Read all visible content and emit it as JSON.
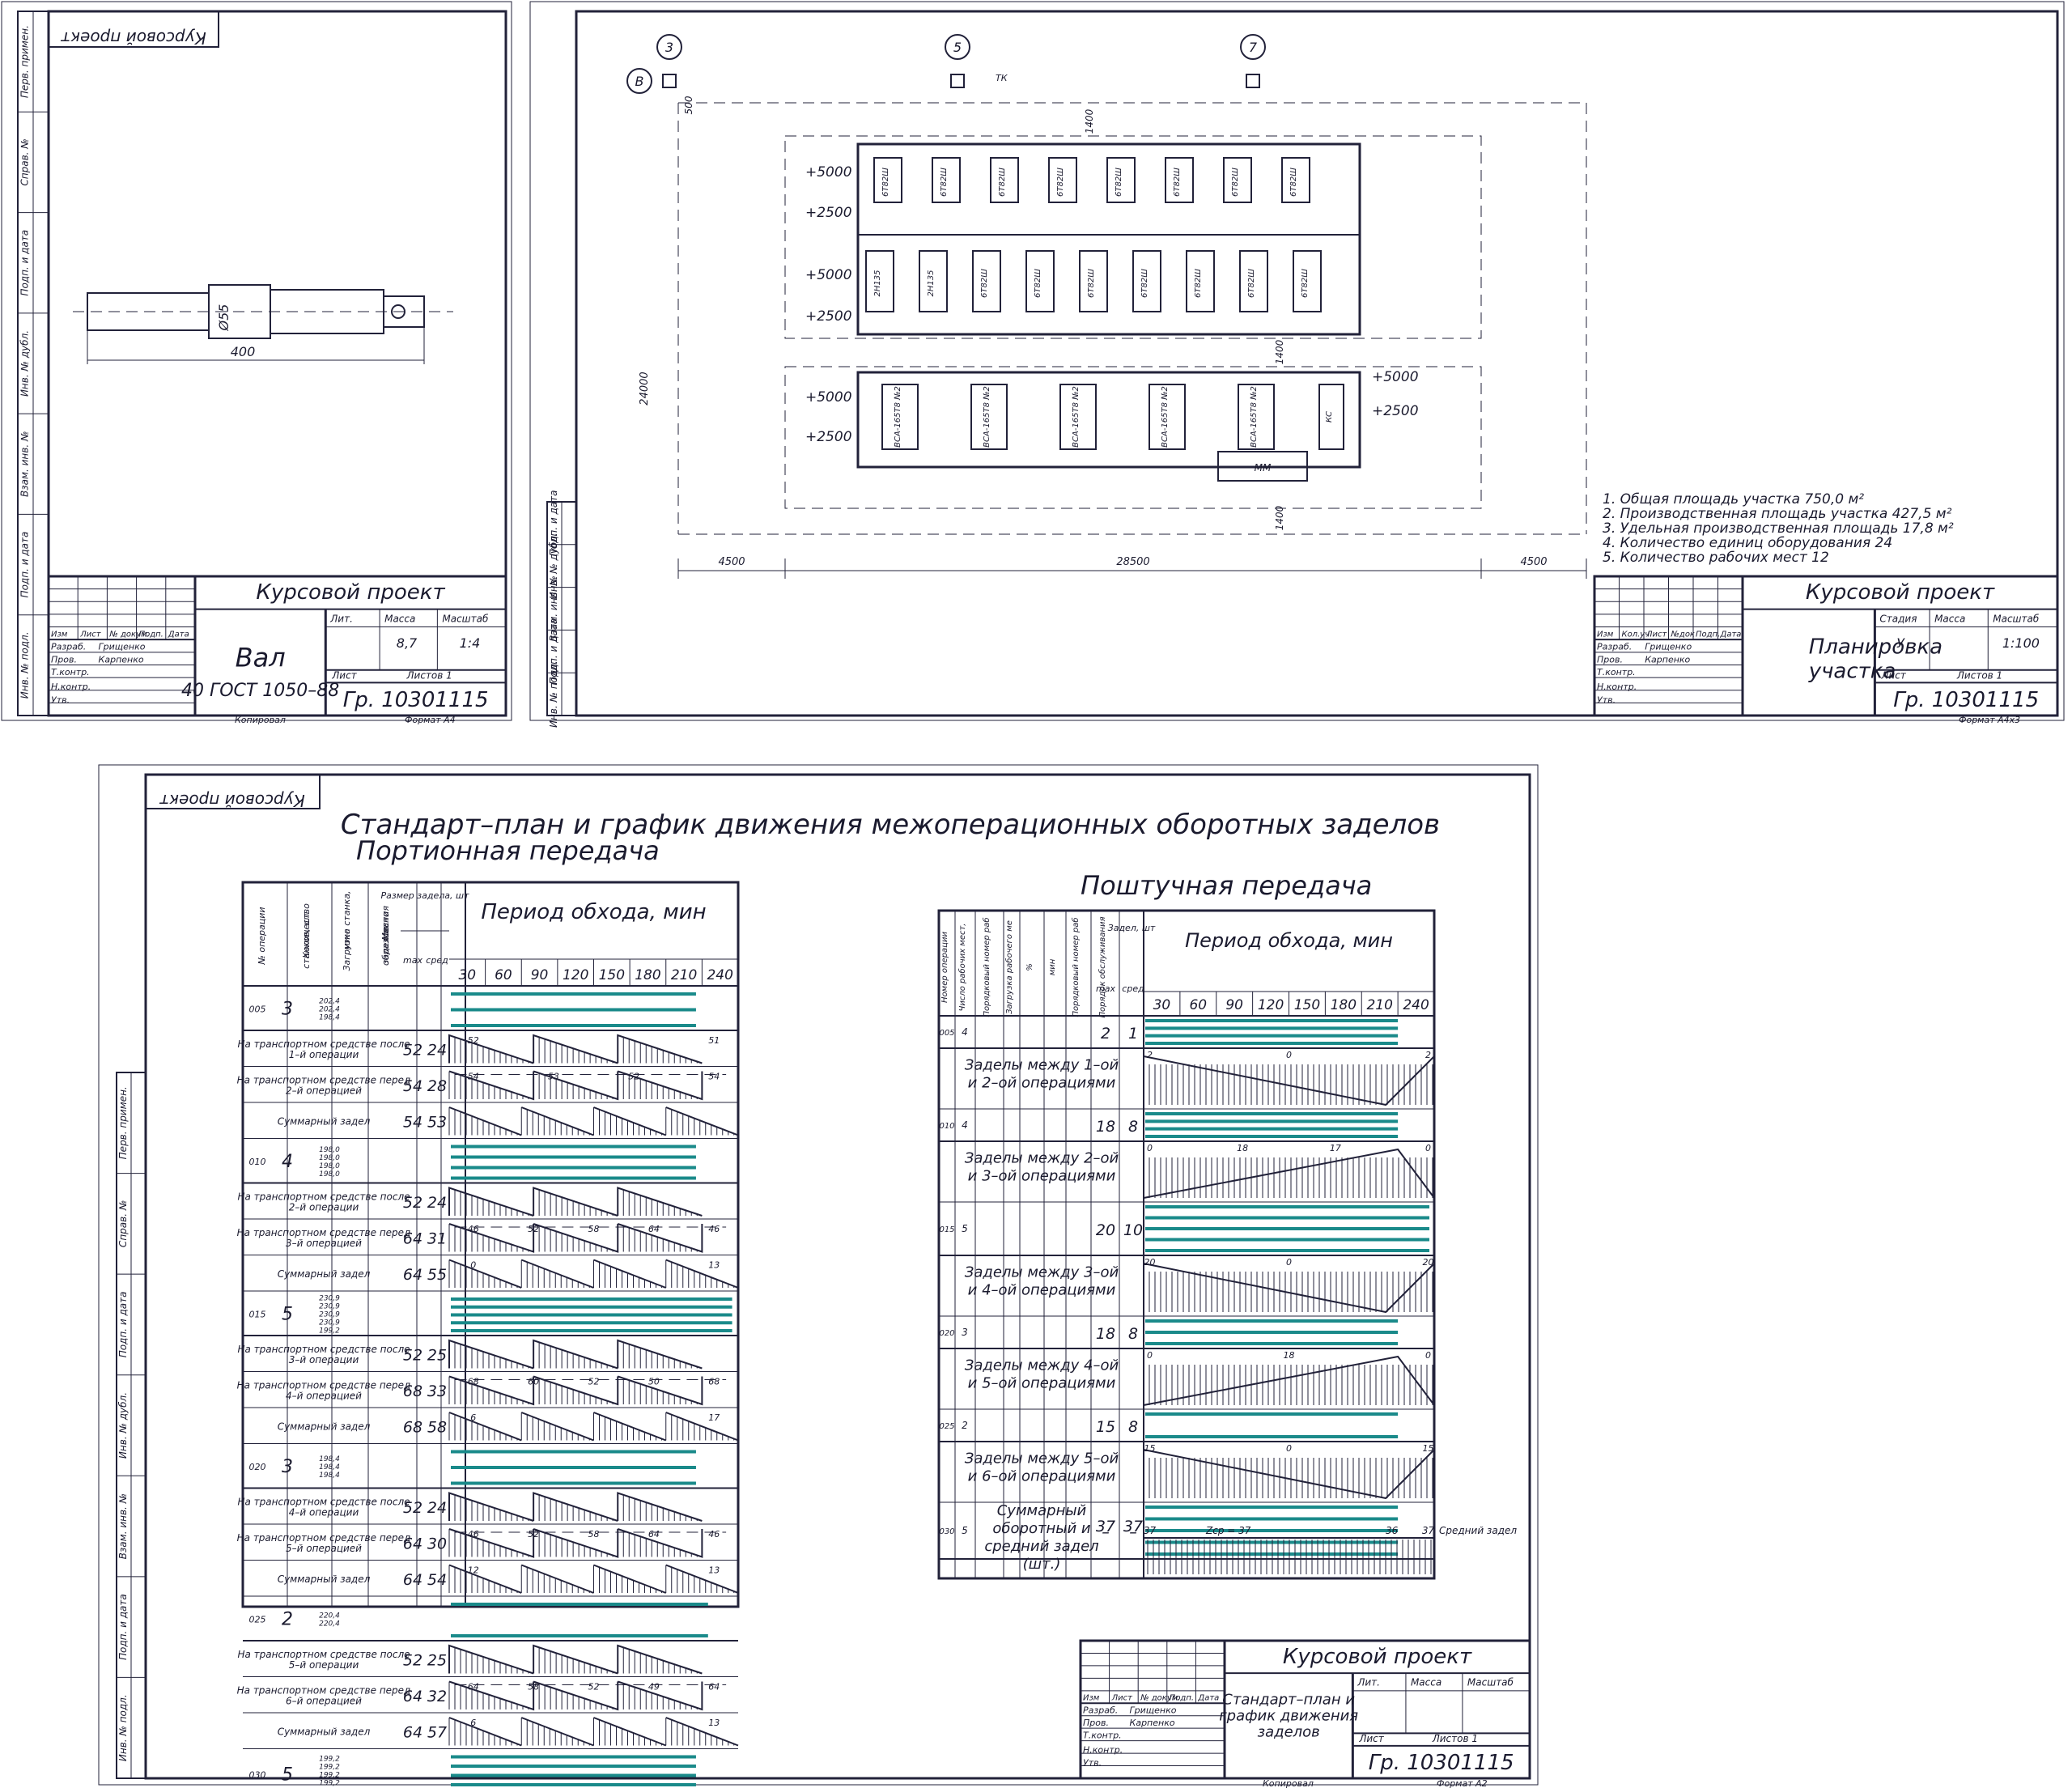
{
  "sheet1": {
    "stamp": "Курсовой проект",
    "sidebar": [
      "Перв. примен.",
      "Справ. №",
      "Подп. и дата",
      "Инв. № дубл.",
      "Взам. инв. №",
      "Подп. и дата",
      "Инв. № подл."
    ],
    "dim_diameter": "Ø55",
    "dim_length": "400",
    "title_block": {
      "project": "Курсовой проект",
      "name": "Вал",
      "material": "40 ГОСТ 1050–88",
      "group": "Гр. 10301115",
      "headers": [
        "Лит.",
        "Масса",
        "Масштаб"
      ],
      "mass": "8,7",
      "scale": "1:4",
      "sheet_label": "Лист",
      "sheets_label": "Листов",
      "sheets": "1",
      "rows": [
        "Изм",
        "Лист",
        "№ докум.",
        "Подп.",
        "Дата"
      ],
      "roles": [
        "Разраб.",
        "Пров.",
        "Т.контр.",
        "Н.контр.",
        "Утв."
      ],
      "people": [
        "Грищенко",
        "Карпенко"
      ],
      "copied": "Копировал",
      "format": "Формат  А4"
    }
  },
  "sheet2": {
    "markers": [
      "В",
      "3",
      "5",
      "7"
    ],
    "marker_extra": "ТК",
    "dims": [
      "500",
      "1400",
      "1400",
      "1400",
      "24000",
      "4500",
      "28500",
      "4500"
    ],
    "levels": [
      "+5000",
      "+2500",
      "+5000",
      "+2500",
      "+5000",
      "+2500",
      "+5000",
      "+2500"
    ],
    "machines_row1": [
      "6Т82Ш",
      "6Т82Ш",
      "6Т82Ш",
      "6Т82Ш",
      "6Т82Ш",
      "6Т82Ш",
      "6Т82Ш",
      "6Т82Ш"
    ],
    "machines_row2": [
      "2Н135",
      "2Н135",
      "6Т82Ш",
      "6Т82Ш",
      "6Т82Ш",
      "6Т82Ш",
      "6Т82Ш",
      "6Т82Ш",
      "6Т82Ш"
    ],
    "machines_row3": [
      "ВСА-165Т8 №2",
      "ВСА-165Т8 №2",
      "ВСА-165Т8 №2",
      "ВСА-165Т8 №2",
      "ВСА-165Т8 №2",
      "КС"
    ],
    "box_label": "ММ",
    "notes": [
      "1. Общая площадь участка 750,0 м²",
      "2. Производственная площадь участка 427,5 м²",
      "3. Удельная производственная площадь 17,8 м²",
      "4. Количество единиц оборудования 24",
      "5. Количество рабочих мест 12"
    ],
    "title_block": {
      "project": "Курсовой проект",
      "name": "Планировка участка",
      "group": "Гр. 10301115",
      "headers": [
        "Стадия",
        "Масса",
        "Масштаб"
      ],
      "stage": "У",
      "scale": "1:100",
      "sheet_label": "Лист",
      "sheets_label": "Листов",
      "sheets": "1",
      "rows": [
        "Изм",
        "Кол.уч",
        "Лист",
        "№док",
        "Подп.",
        "Дата"
      ],
      "roles": [
        "Разраб.",
        "Пров.",
        "Т.контр.",
        "Н.контр.",
        "Утв."
      ],
      "people": [
        "Грищенко",
        "Карпенко"
      ],
      "format": "Формат  А4х3"
    }
  },
  "sheet3": {
    "stamp": "Курсовой проект",
    "main_title": "Стандарт–план и график движения межоперационных оборотных заделов",
    "left_title": "Портионная передача",
    "right_title": "Поштучная передача",
    "period_title": "Период обхода, мин",
    "ticks": [
      "30",
      "60",
      "90",
      "120",
      "150",
      "180",
      "210",
      "240"
    ],
    "left_headers": [
      "№ операции",
      "Количество станков, шт",
      "Загрузка станка, мин",
      "Место образования заделов",
      "Размер задела, шт",
      "max",
      "сред"
    ],
    "left_ops": [
      {
        "num": "005",
        "count": "3",
        "loads": "202,4 / 202,4 / 198,4",
        "rows": [
          {
            "label": "На транспортном средстве после 1–й операции",
            "max": "52",
            "avg": "24"
          },
          {
            "label": "На транспортном средстве перед 2–й операцией",
            "max": "54",
            "avg": "28"
          },
          {
            "label": "Суммарный задел",
            "max": "54",
            "avg": "53"
          }
        ]
      },
      {
        "num": "010",
        "count": "4",
        "loads": "198,0 / 198,0 / 198,0 / 198,0",
        "rows": [
          {
            "label": "На транспортном средстве после 2–й операции",
            "max": "52",
            "avg": "24"
          },
          {
            "label": "На транспортном средстве перед 3–й операцией",
            "max": "64",
            "avg": "31"
          },
          {
            "label": "Суммарный задел",
            "max": "64",
            "avg": "55"
          }
        ]
      },
      {
        "num": "015",
        "count": "5",
        "loads": "230,9 / 230,9 / 230,9 / 230,9 / 199,2",
        "rows": [
          {
            "label": "На транспортном средстве после 3–й операции",
            "max": "52",
            "avg": "25"
          },
          {
            "label": "На транспортном средстве перед 4–й операцией",
            "max": "68",
            "avg": "33"
          },
          {
            "label": "Суммарный задел",
            "max": "68",
            "avg": "58"
          }
        ]
      },
      {
        "num": "020",
        "count": "3",
        "loads": "198,4 / 198,4 / 198,4",
        "rows": [
          {
            "label": "На транспортном средстве после 4–й операции",
            "max": "52",
            "avg": "24"
          },
          {
            "label": "На транспортном средстве перед 5–й операцией",
            "max": "64",
            "avg": "30"
          },
          {
            "label": "Суммарный задел",
            "max": "64",
            "avg": "54"
          }
        ]
      },
      {
        "num": "025",
        "count": "2",
        "loads": "220,4 / 220,4",
        "rows": [
          {
            "label": "На транспортном средстве после 5–й операции",
            "max": "52",
            "avg": "25"
          },
          {
            "label": "На транспортном средстве перед 6–й операцией",
            "max": "64",
            "avg": "32"
          },
          {
            "label": "Суммарный задел",
            "max": "64",
            "avg": "57"
          }
        ]
      },
      {
        "num": "030",
        "count": "5",
        "loads": "199,2 / 199,2 / 199,2 / 199,2 / 199,2",
        "rows": []
      }
    ],
    "left_marks": [
      [
        "52",
        "51"
      ],
      [
        "54",
        "53",
        "52",
        "54"
      ],
      [],
      [],
      [
        "46",
        "52",
        "58",
        "64",
        "46"
      ],
      [
        "0",
        "13"
      ],
      [],
      [
        "68",
        "60",
        "52",
        "50",
        "68"
      ],
      [
        "6",
        "17"
      ],
      [],
      [
        "46",
        "52",
        "58",
        "64",
        "46"
      ],
      [
        "12",
        "13"
      ],
      [],
      [
        "64",
        "58",
        "52",
        "49",
        "64"
      ],
      [
        "6",
        "13"
      ]
    ],
    "right_headers": [
      "Номер операции",
      "Число рабочих мест, шт",
      "Порядковый номер рабочего места",
      "Загрузка рабочего места",
      "%",
      "мин",
      "Порядковый номер рабочего",
      "Порядок обслуживания",
      "Задел, шт",
      "max",
      "сред"
    ],
    "right_ops": [
      {
        "num": "005",
        "count": "4",
        "max": "2",
        "avg": "1"
      },
      {
        "num": "010",
        "count": "4",
        "max": "18",
        "avg": "8"
      },
      {
        "num": "015",
        "count": "5",
        "max": "20",
        "avg": "10"
      },
      {
        "num": "020",
        "count": "3",
        "max": "18",
        "avg": "8"
      },
      {
        "num": "025",
        "count": "2",
        "max": "15",
        "avg": "8"
      },
      {
        "num": "030",
        "count": "5",
        "max": "–",
        "avg": "–"
      }
    ],
    "right_between": [
      {
        "label": "Заделы между 1–ой и 2–ой операциями",
        "marks": [
          "2",
          "0",
          "2"
        ]
      },
      {
        "label": "Заделы между 2–ой и 3–ой операциями",
        "marks": [
          "0",
          "18",
          "17",
          "0"
        ]
      },
      {
        "label": "Заделы между 3–ой и 4–ой операциями",
        "marks": [
          "20",
          "0",
          "20"
        ]
      },
      {
        "label": "Заделы между 4–ой и 5–ой операциями",
        "marks": [
          "0",
          "18",
          "0"
        ]
      },
      {
        "label": "Заделы между 5–ой и 6–ой операциями",
        "marks": [
          "15",
          "0",
          "15"
        ]
      }
    ],
    "summary": {
      "label": "Суммарный оборотный и средний задел (шт.)",
      "max": "37",
      "avg": "37",
      "marks": [
        "37",
        "Zср = 37",
        "36",
        "37"
      ],
      "legend": "Средний задел"
    },
    "title_block": {
      "project": "Курсовой проект",
      "name": "Стандарт–план и график движения заделов",
      "group": "Гр. 10301115",
      "headers": [
        "Лит.",
        "Масса",
        "Масштаб"
      ],
      "sheet_label": "Лист",
      "sheets_label": "Листов",
      "sheets": "1",
      "rows": [
        "Изм",
        "Лист",
        "№ докум.",
        "Подп.",
        "Дата"
      ],
      "roles": [
        "Разраб.",
        "Пров.",
        "Т.контр.",
        "Н.контр.",
        "Утв."
      ],
      "people": [
        "Грищенко",
        "Карпенко"
      ],
      "copied": "Копировал",
      "format": "Формат  А2"
    },
    "sidebar": [
      "Перв. примен.",
      "Справ. №",
      "Подп. и дата",
      "Инв. № дубл.",
      "Взам. инв. №",
      "Подп. и дата",
      "Инв. № подл."
    ]
  },
  "colors": {
    "ink": "#22223a",
    "teal": "#1a8a8a"
  }
}
